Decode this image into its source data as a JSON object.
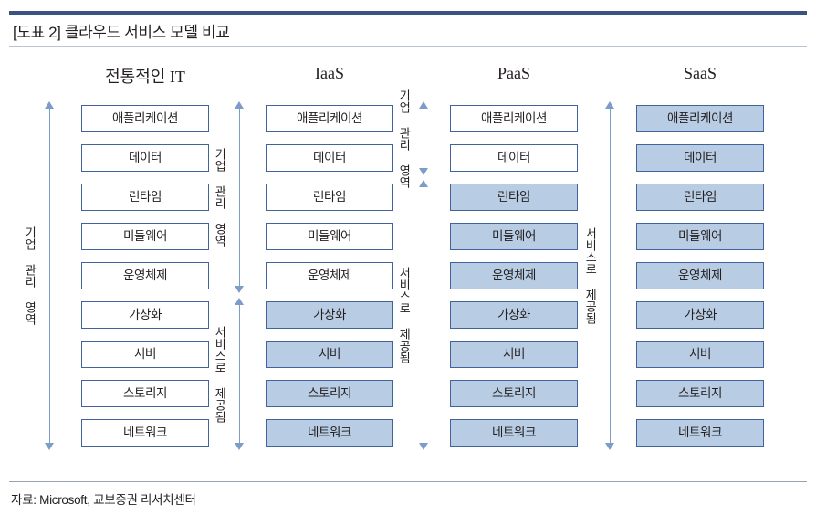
{
  "figure": {
    "title": "[도표 2] 클라우드 서비스 모델 비교",
    "source": "자료: Microsoft, 교보증권 리서치센터",
    "accent_color": "#3b5282",
    "box_fill_blue": "#b8cce4",
    "box_fill_white": "#ffffff",
    "box_border": "#42629b",
    "arrow_color": "#7e9cc8"
  },
  "labels": {
    "managed_by_enterprise": "기업 관리 영역",
    "provided_as_service": "서비스로 제공됨"
  },
  "layers": [
    "애플리케이션",
    "데이터",
    "런타임",
    "미들웨어",
    "운영체제",
    "가상화",
    "서버",
    "스토리지",
    "네트워크"
  ],
  "columns": [
    {
      "header": "전통적인 IT",
      "fills": [
        "white",
        "white",
        "white",
        "white",
        "white",
        "white",
        "white",
        "white",
        "white"
      ],
      "managed_rows": [
        1,
        9
      ],
      "service_rows": null
    },
    {
      "header": "IaaS",
      "fills": [
        "white",
        "white",
        "white",
        "white",
        "white",
        "blue",
        "blue",
        "blue",
        "blue"
      ],
      "managed_rows": [
        1,
        5
      ],
      "service_rows": [
        6,
        9
      ]
    },
    {
      "header": "PaaS",
      "fills": [
        "white",
        "white",
        "blue",
        "blue",
        "blue",
        "blue",
        "blue",
        "blue",
        "blue"
      ],
      "managed_rows": [
        1,
        2
      ],
      "service_rows": [
        3,
        9
      ]
    },
    {
      "header": "SaaS",
      "fills": [
        "blue",
        "blue",
        "blue",
        "blue",
        "blue",
        "blue",
        "blue",
        "blue",
        "blue"
      ],
      "managed_rows": null,
      "service_rows": [
        1,
        9
      ]
    }
  ]
}
